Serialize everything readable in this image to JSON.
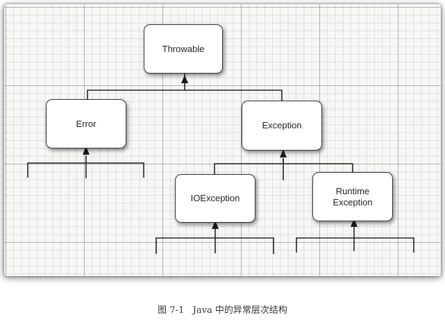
{
  "diagram": {
    "nodes": {
      "throwable": {
        "label": "Throwable"
      },
      "error": {
        "label": "Error"
      },
      "exception": {
        "label": "Exception"
      },
      "ioexception": {
        "label": "IOException"
      },
      "runtime": {
        "line1": "Runtime",
        "line2": "Exception"
      }
    },
    "hierarchy": [
      {
        "parent": "Throwable",
        "children": [
          "Error",
          "Exception"
        ]
      },
      {
        "parent": "Exception",
        "children": [
          "IOException",
          "Runtime Exception"
        ]
      }
    ],
    "colors": {
      "grid_background": "#f7f7f5",
      "node_fill": "#ffffff",
      "node_border": "#333333",
      "connector": "#222222"
    }
  },
  "caption": {
    "figure_number": "图 7-1",
    "title": "Java 中的异常层次结构"
  }
}
